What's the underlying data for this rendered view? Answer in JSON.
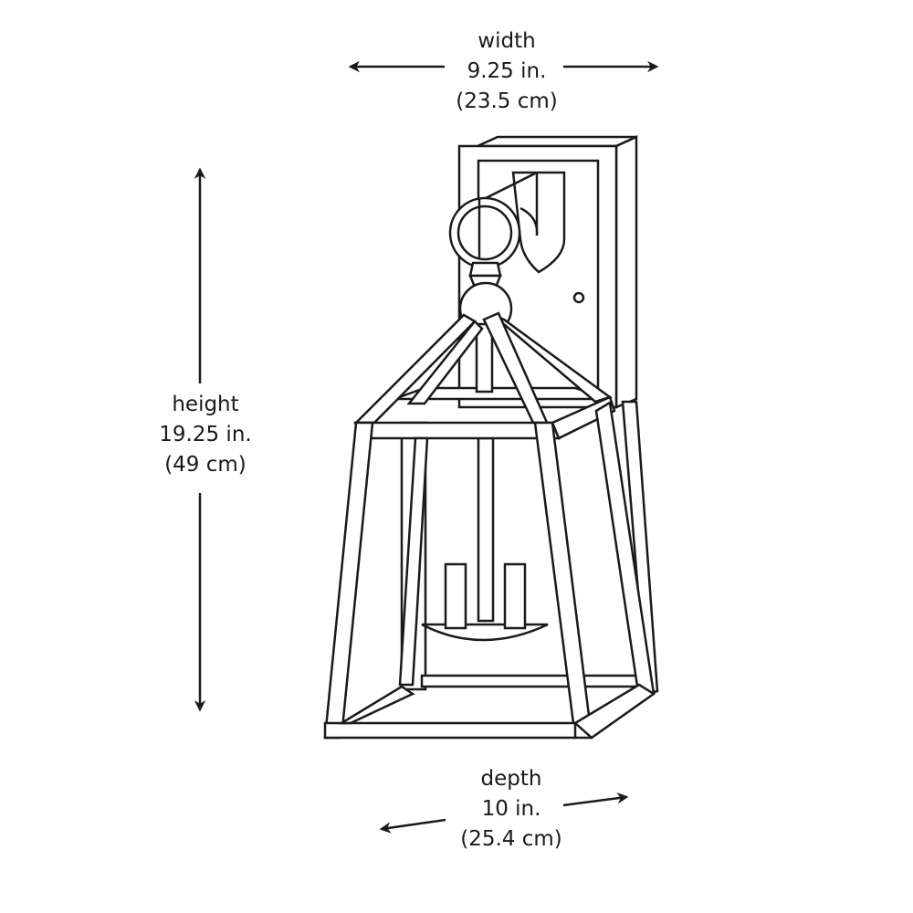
{
  "diagram": {
    "subject": "outdoor wall lantern dimensions",
    "line_color": "#1a1a1a",
    "background": "#ffffff"
  },
  "dimensions": {
    "width": {
      "name": "width",
      "imperial": "9.25 in.",
      "metric": "(23.5 cm)"
    },
    "height": {
      "name": "height",
      "imperial": "19.25 in.",
      "metric": "(49 cm)"
    },
    "depth": {
      "name": "depth",
      "imperial": "10 in.",
      "metric": "(25.4 cm)"
    }
  }
}
